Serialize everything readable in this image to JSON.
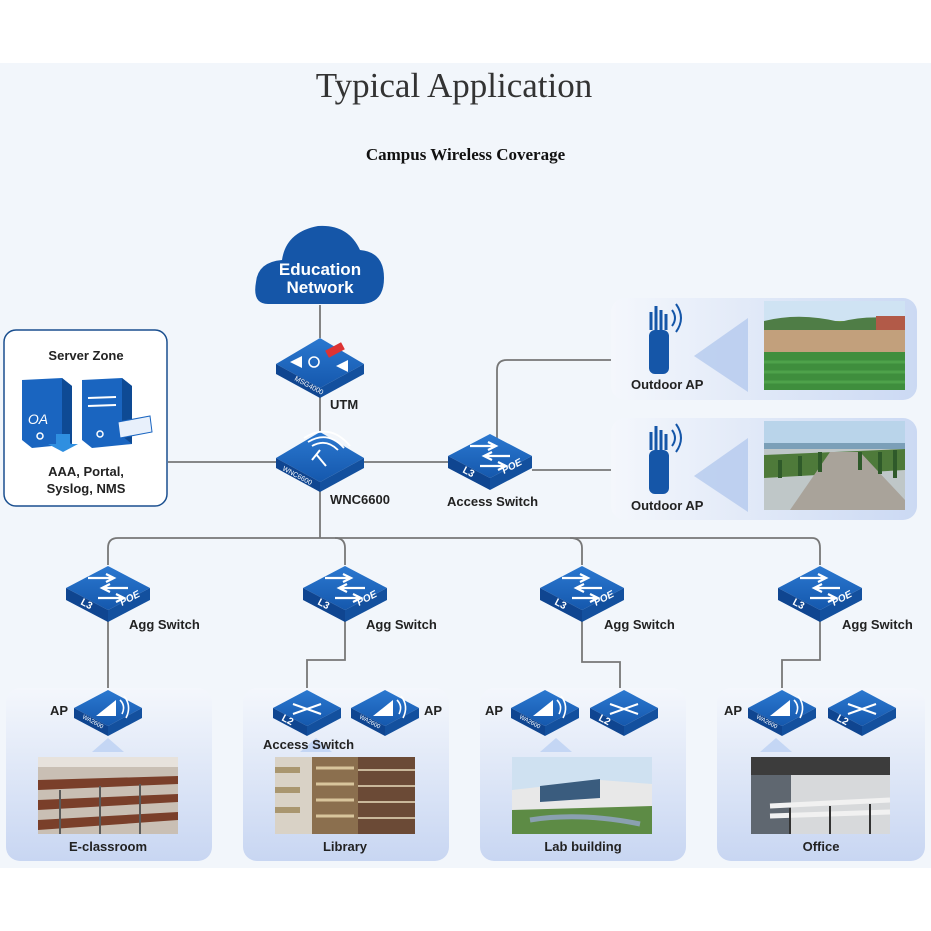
{
  "title": "Typical Application",
  "subtitle": "Campus Wireless Coverage",
  "cloud": {
    "line1": "Education",
    "line2": "Network"
  },
  "server_zone": {
    "title": "Server Zone",
    "line1": "AAA, Portal,",
    "line2": "Syslog, NMS",
    "oa": "OA"
  },
  "utm": {
    "label": "UTM",
    "model": "MSG4000"
  },
  "wnc": {
    "label": "WNC6600",
    "model": "WNC6600"
  },
  "access_switch": {
    "label": "Access Switch",
    "l3": "L3",
    "poe": "POE"
  },
  "outdoor_aps": [
    {
      "label": "Outdoor AP"
    },
    {
      "label": "Outdoor AP"
    }
  ],
  "agg_switches": [
    {
      "label": "Agg Switch"
    },
    {
      "label": "Agg Switch"
    },
    {
      "label": "Agg Switch"
    },
    {
      "label": "Agg Switch"
    }
  ],
  "ap_model": "WA2600",
  "l2_text": "L2",
  "sites": {
    "classroom": {
      "ap_label": "AP",
      "name": "E-classroom"
    },
    "library": {
      "ap_label": "AP",
      "switch_label": "Access Switch",
      "name": "Library"
    },
    "lab": {
      "ap_label": "AP",
      "name": "Lab building"
    },
    "office": {
      "ap_label": "AP",
      "name": "Office"
    }
  },
  "colors": {
    "accent": "#1556a8",
    "line": "#777777",
    "border": "#1a4f8f"
  }
}
